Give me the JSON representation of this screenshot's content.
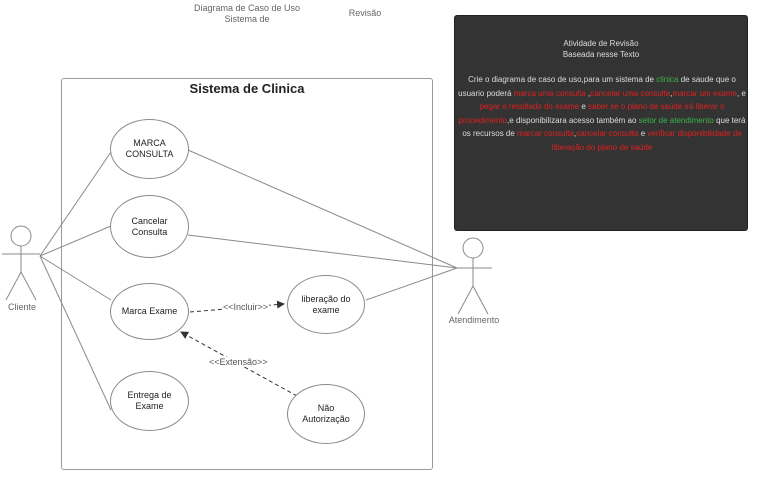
{
  "header": {
    "diagram_title_line1": "Diagrama de Caso de Uso",
    "diagram_title_line2": "Sistema de",
    "revision": "Revisão"
  },
  "system": {
    "title": "Sistema  de Clinica"
  },
  "actors": {
    "cliente": "Cliente",
    "atendimento": "Atendimento"
  },
  "use_cases": {
    "marca_consulta": "MARCA CONSULTA",
    "cancelar_consulta": "Cancelar Consulta",
    "marca_exame": "Marca Exame",
    "entrega_exame": "Entrega de Exame",
    "liberacao_exame": "liberação do exame",
    "nao_autorizacao": "Não Autorização"
  },
  "relations": {
    "include": "<<Incluir>>",
    "extend": "<<Extensão>>"
  },
  "note": {
    "title_line1": "Atividade de Revisão",
    "title_line2": "Baseada nesse Texto",
    "segments": [
      {
        "text": "Crie o diagrama de caso de uso,para um sistema de ",
        "color": "plain"
      },
      {
        "text": "clinica",
        "color": "green"
      },
      {
        "text": " de saude que o usuario poderá ",
        "color": "plain"
      },
      {
        "text": "marca uma consulta",
        "color": "red"
      },
      {
        "text": " ,",
        "color": "plain"
      },
      {
        "text": "cancelar uma consulta",
        "color": "red"
      },
      {
        "text": ",",
        "color": "plain"
      },
      {
        "text": "marcar um exame",
        "color": "red"
      },
      {
        "text": ", e ",
        "color": "plain"
      },
      {
        "text": "pegar o resultado do exame",
        "color": "red"
      },
      {
        "text": " e ",
        "color": "plain"
      },
      {
        "text": "saber se o plano de saúde irá liberar o procedimento",
        "color": "red"
      },
      {
        "text": ",e disponibilizara acesso também ao ",
        "color": "plain"
      },
      {
        "text": "setor de atendimento",
        "color": "green"
      },
      {
        "text": " que terá os recursos de ",
        "color": "plain"
      },
      {
        "text": "marcar consulta",
        "color": "red"
      },
      {
        "text": ",",
        "color": "plain"
      },
      {
        "text": "cancelar consulta",
        "color": "red"
      },
      {
        "text": " e ",
        "color": "plain"
      },
      {
        "text": "verificar disponibilidade de liberação do plano de saúde",
        "color": "red"
      }
    ]
  },
  "colors": {
    "note_background": "#333333",
    "highlight_red": "#e02020",
    "highlight_green": "#39b54a"
  }
}
